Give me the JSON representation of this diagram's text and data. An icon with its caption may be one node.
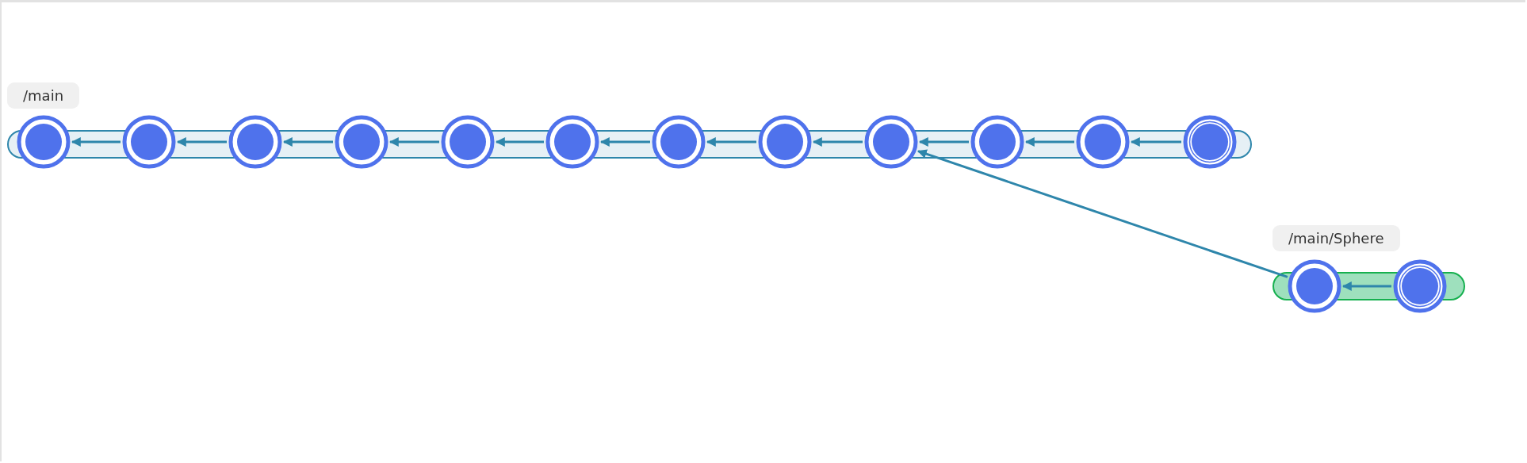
{
  "diagram": {
    "nodes": [
      {
        "text": [
          "/main"
        ]
      },
      {
        "text": [],
        "shape": "circle",
        "in": 0
      },
      {
        "text": [],
        "shape": "circle",
        "in": 0
      },
      {
        "text": [],
        "shape": "circle",
        "in": 0
      },
      {
        "text": [],
        "shape": "circle",
        "in": 0
      },
      {
        "text": [],
        "shape": "circle",
        "in": 0
      },
      {
        "text": [],
        "shape": "circle",
        "in": 0
      },
      {
        "text": [],
        "shape": "circle",
        "in": 0
      },
      {
        "text": [],
        "shape": "circle",
        "in": 0
      },
      {
        "text": [],
        "shape": "circle",
        "in": 0
      },
      {
        "text": [],
        "shape": "circle",
        "in": 0
      },
      {
        "text": [],
        "shape": "circle",
        "in": 0
      },
      {
        "text": [],
        "shape": "double-circle",
        "in": 0
      },
      {
        "text": [
          "/main/Sphere"
        ]
      },
      {
        "text": [],
        "shape": "circle",
        "in": 13
      },
      {
        "text": [],
        "shape": "double-circle",
        "in": 13
      }
    ],
    "edges": [
      {
        "from": 2,
        "to": 1,
        "arrow": "to"
      },
      {
        "from": 3,
        "to": 2,
        "arrow": "to"
      },
      {
        "from": 4,
        "to": 3,
        "arrow": "to"
      },
      {
        "from": 5,
        "to": 4,
        "arrow": "to"
      },
      {
        "from": 6,
        "to": 5,
        "arrow": "to"
      },
      {
        "from": 7,
        "to": 6,
        "arrow": "to"
      },
      {
        "from": 8,
        "to": 7,
        "arrow": "to"
      },
      {
        "from": 9,
        "to": 8,
        "arrow": "to"
      },
      {
        "from": 10,
        "to": 9,
        "arrow": "to"
      },
      {
        "from": 11,
        "to": 10,
        "arrow": "to"
      },
      {
        "from": 12,
        "to": 11,
        "arrow": "to"
      },
      {
        "from": 15,
        "to": 14,
        "arrow": "to"
      },
      {
        "from": 14,
        "to": 9,
        "arrow": "to"
      }
    ]
  }
}
